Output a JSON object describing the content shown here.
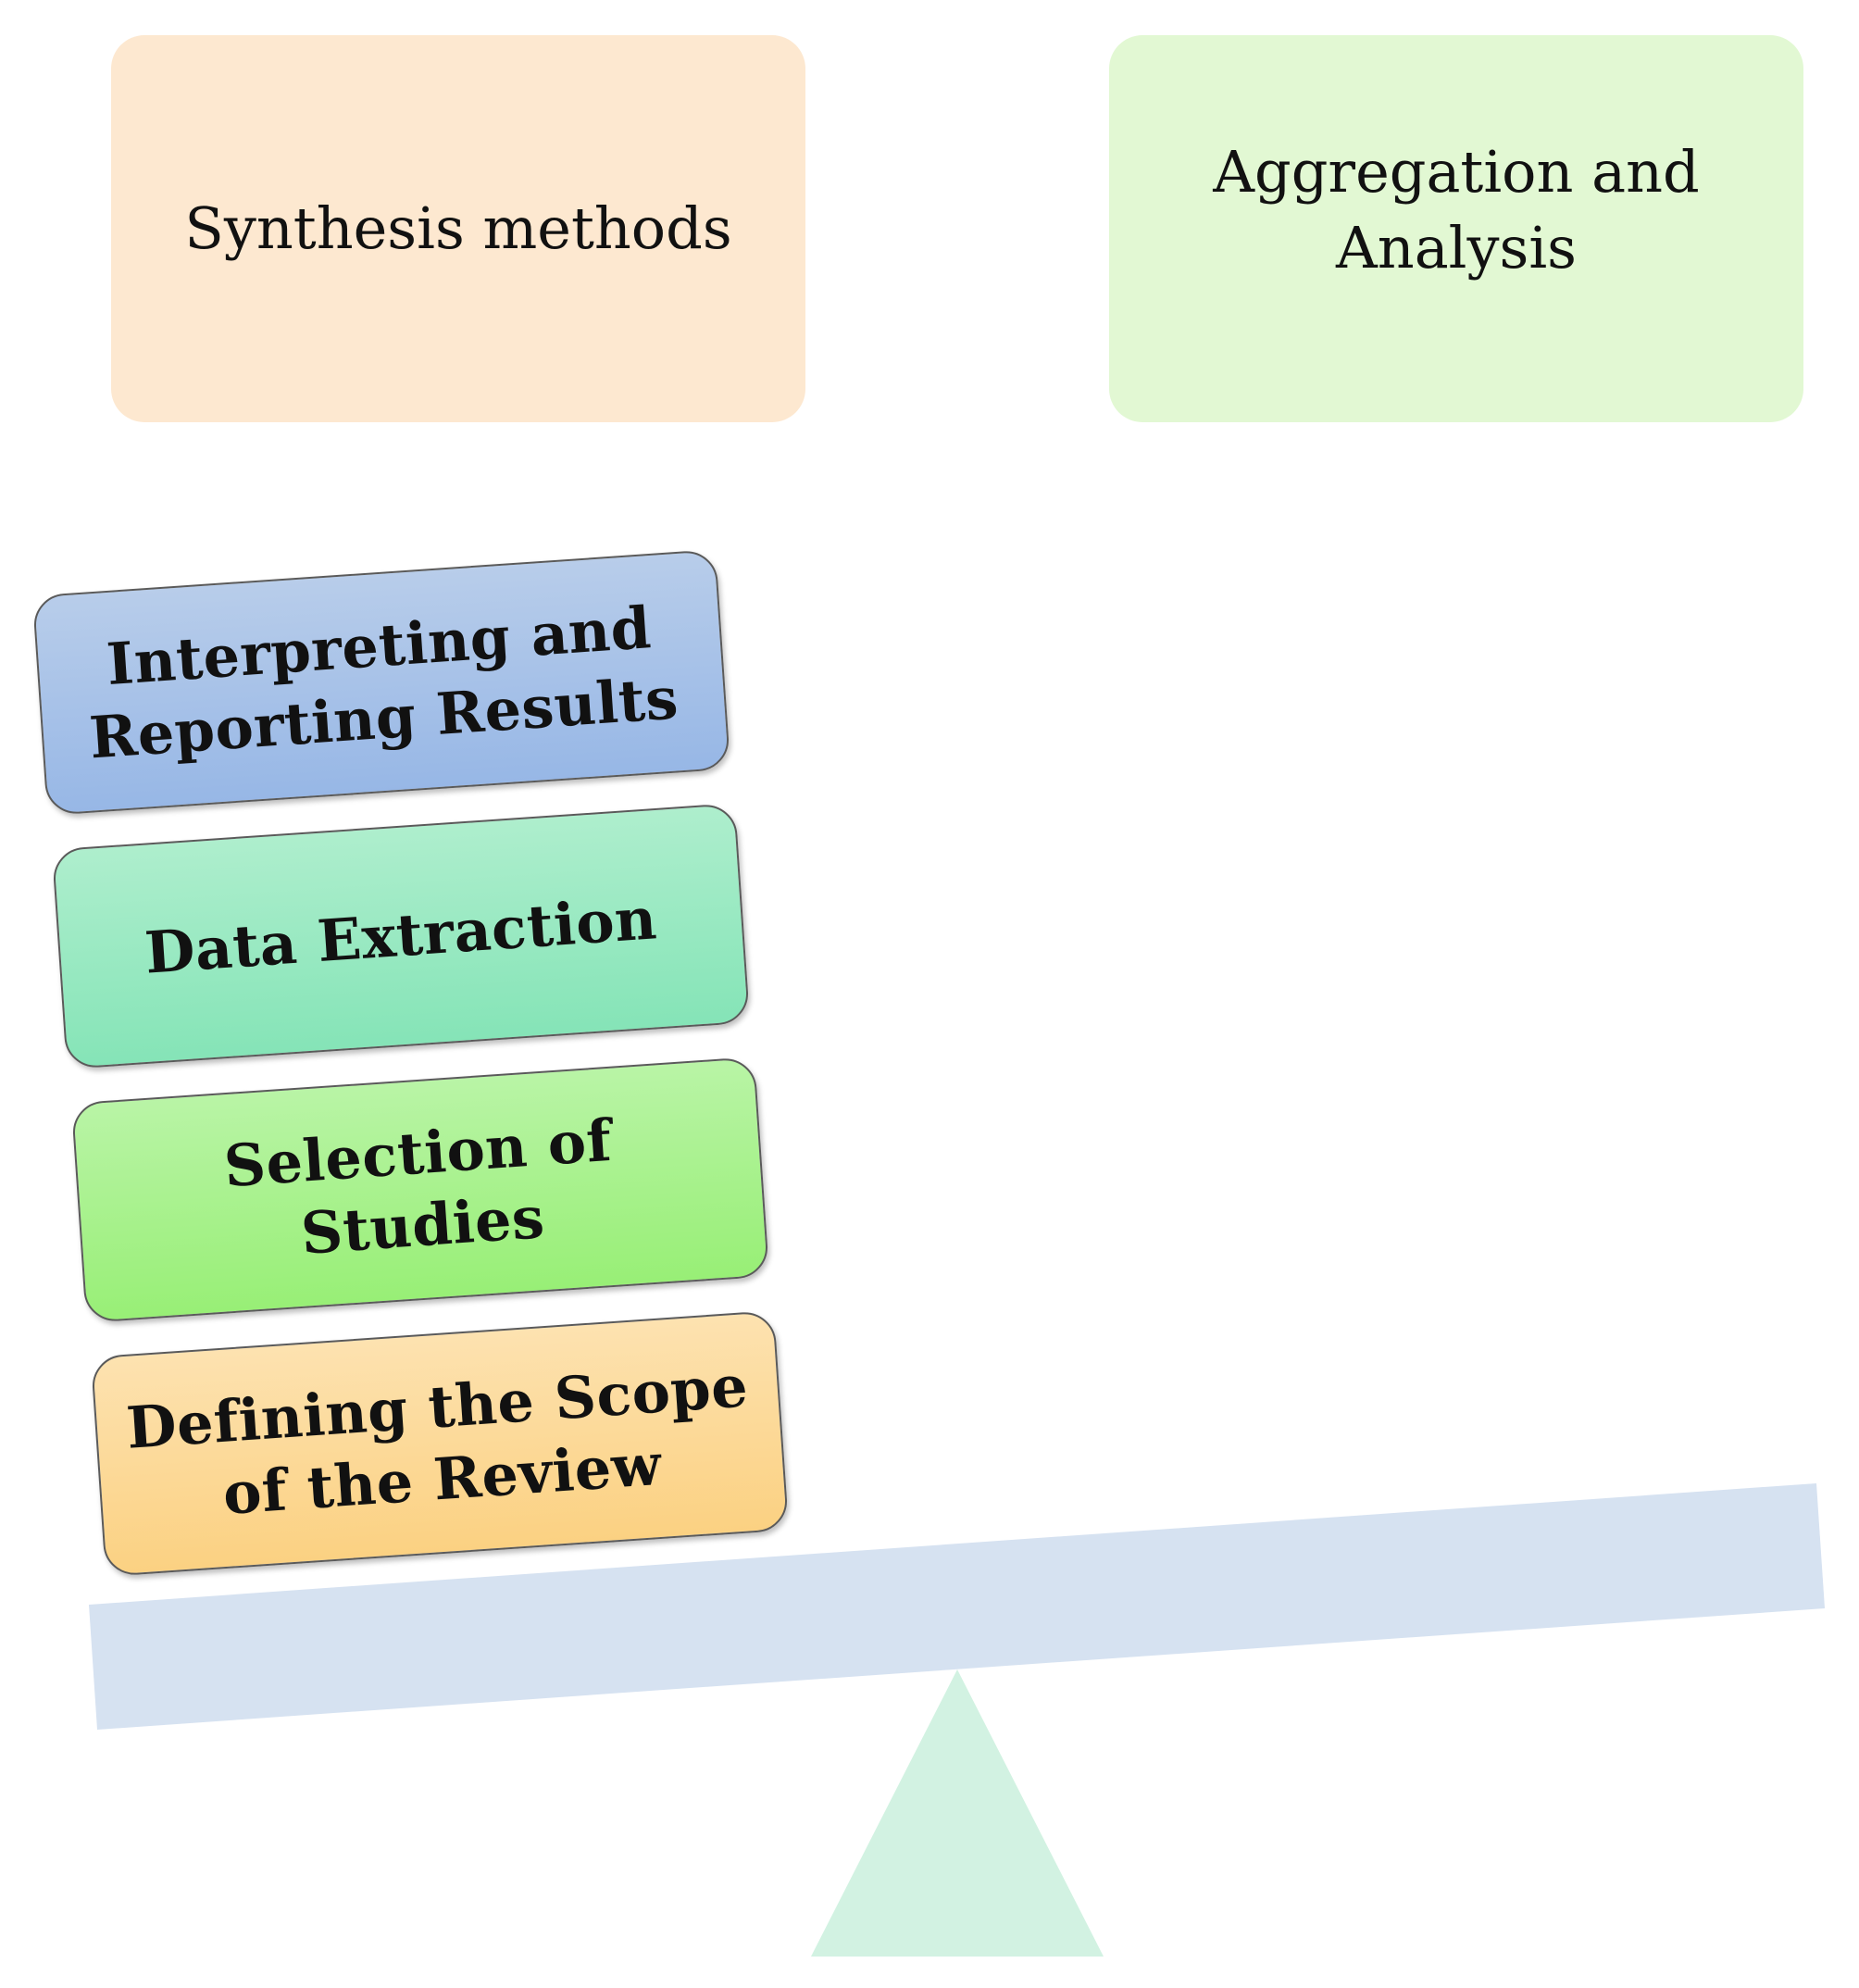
{
  "top_boxes": {
    "left": {
      "label": "Synthesis methods",
      "color": "#fde8d0"
    },
    "right": {
      "label": "Aggregation and Analysis",
      "color": "#e2f8d3"
    }
  },
  "stack": {
    "items": [
      {
        "label": "Interpreting and Reporting Results",
        "color": "#a7c2e9"
      },
      {
        "label": "Data Extraction",
        "color": "#98e9c1"
      },
      {
        "label": "Selection of Studies",
        "color": "#a8f28d"
      },
      {
        "label": "Defining the Scope of the Review",
        "color": "#fcd998"
      }
    ]
  },
  "seesaw": {
    "beam_color": "#d6e2f1",
    "fulcrum_color": "#d2f2e2"
  }
}
